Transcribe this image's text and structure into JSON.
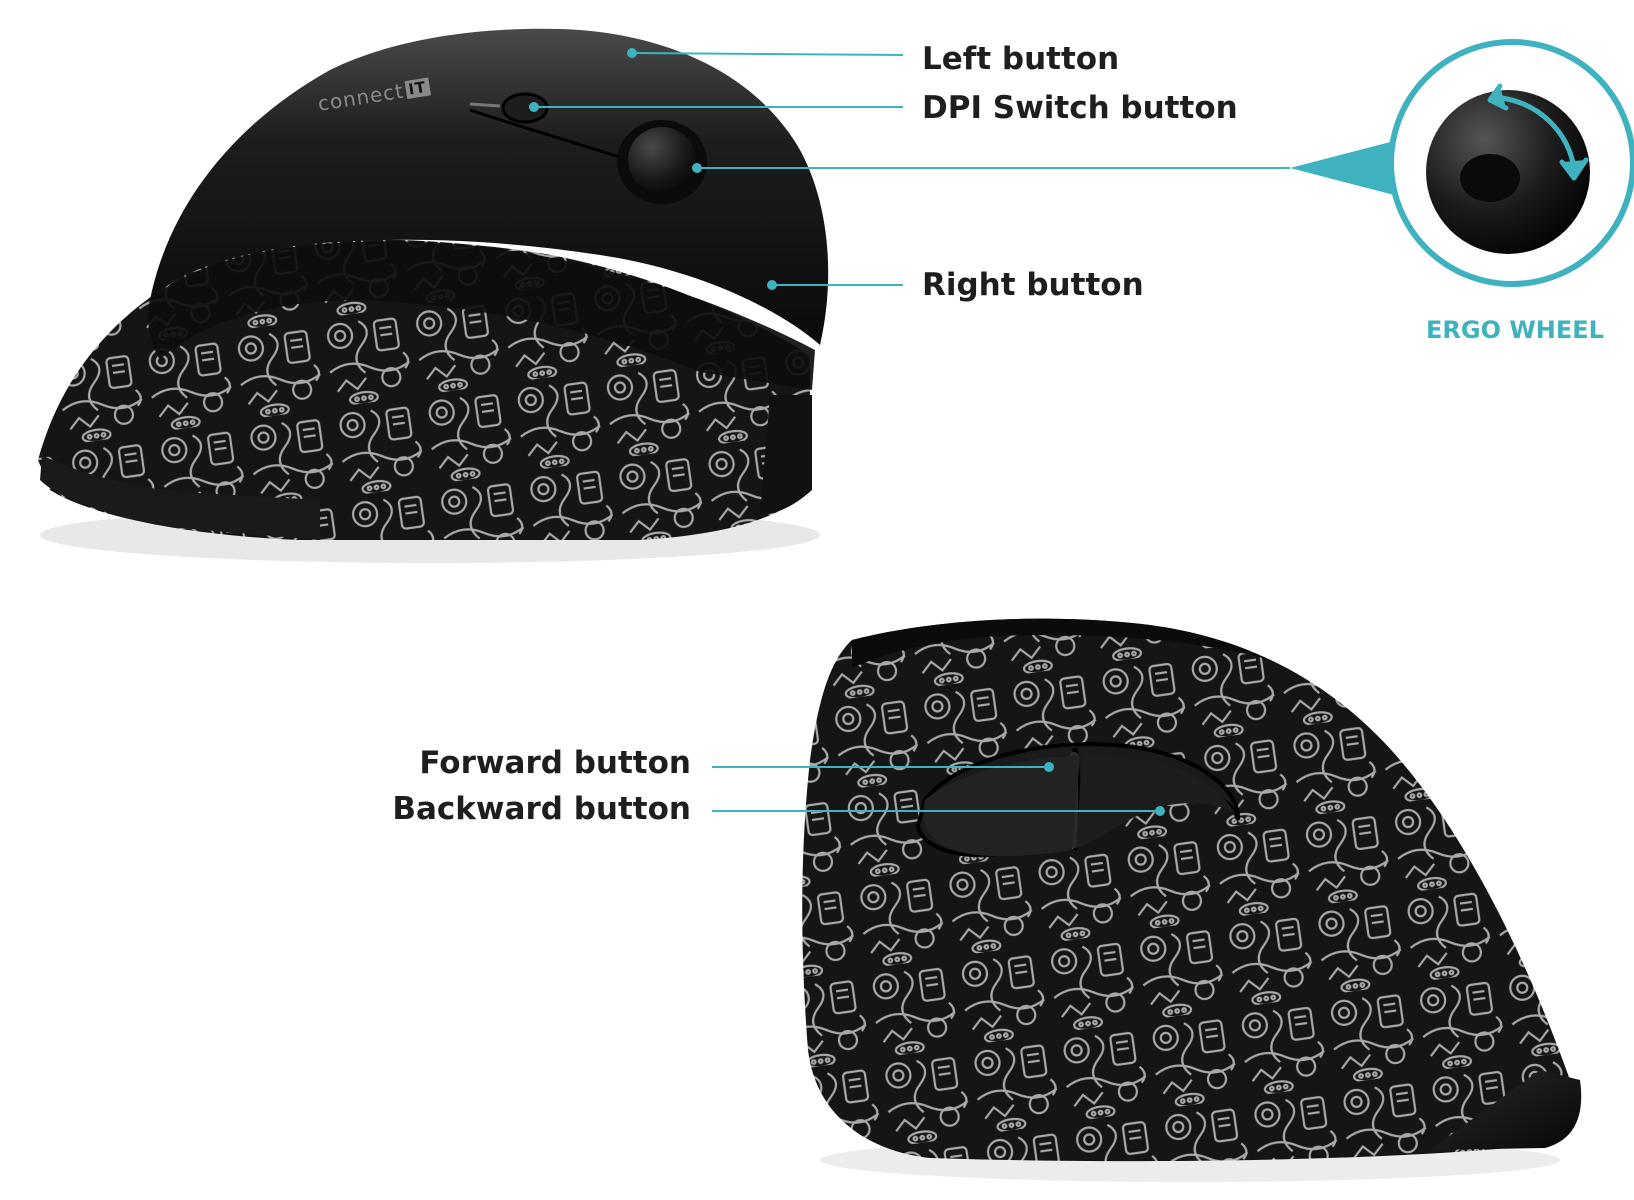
{
  "colors": {
    "accent": "#3eb3bf",
    "label_text": "#1e1e1e",
    "mouse_body": "#111111",
    "pattern_line": "#a9a9a9"
  },
  "brand": {
    "text": "connect",
    "box": "IT"
  },
  "top_view": {
    "callouts": [
      {
        "label": "Left button"
      },
      {
        "label": "DPI Switch button"
      },
      {
        "label": "Right button"
      }
    ]
  },
  "ergo_wheel": {
    "label": "ERGO WHEEL",
    "icon": "rotate-arrow-icon"
  },
  "side_view": {
    "callouts": [
      {
        "label": "Forward button"
      },
      {
        "label": "Backward button"
      }
    ]
  }
}
